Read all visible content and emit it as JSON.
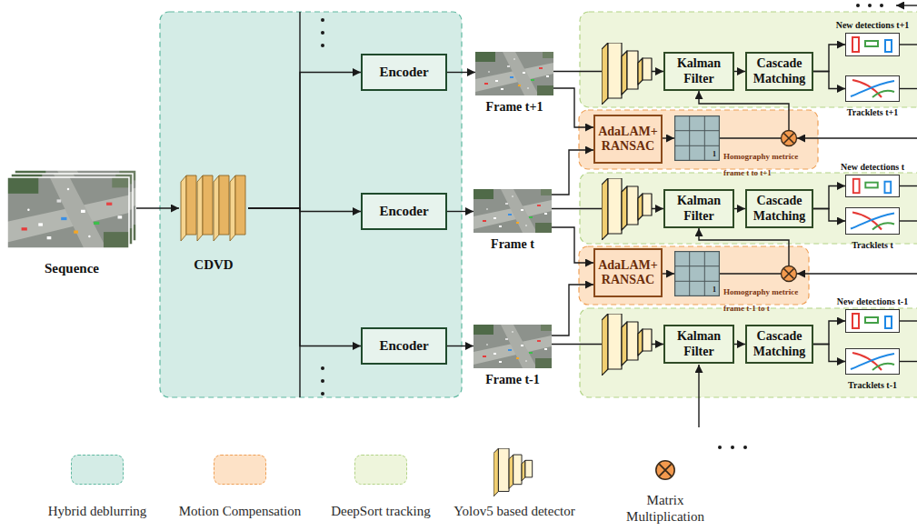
{
  "diagram": {
    "nodes": [
      {
        "text": [
          "Sequence"
        ]
      },
      {
        "text": [
          "CDVD"
        ]
      },
      {
        "text": [
          "Encoder"
        ]
      },
      {
        "text": [
          "Encoder"
        ]
      },
      {
        "text": [
          "Encoder"
        ]
      },
      {
        "text": [
          "Frame t+1"
        ]
      },
      {
        "text": [
          "Frame t"
        ]
      },
      {
        "text": [
          "Frame t-1"
        ]
      },
      {
        "text": [
          "Kalman Filter"
        ]
      },
      {
        "text": [
          "Cascade Matching"
        ]
      },
      {
        "text": [
          "New detections t+1"
        ]
      },
      {
        "text": [
          "Tracklets t+1"
        ]
      },
      {
        "text": [
          "AdaLAM+ RANSAC"
        ]
      },
      {
        "text": [
          "1",
          "Homography metrice frame t to t+1"
        ]
      },
      {
        "text": [
          "Kalman Filter"
        ]
      },
      {
        "text": [
          "Cascade Matching"
        ]
      },
      {
        "text": [
          "New detections t"
        ]
      },
      {
        "text": [
          "Tracklets t"
        ]
      },
      {
        "text": [
          "AdaLAM+ RANSAC"
        ]
      },
      {
        "text": [
          "1",
          "Homography metrice frame t-1 to t"
        ]
      },
      {
        "text": [
          "Kalman Filter"
        ]
      },
      {
        "text": [
          "Cascade Matching"
        ]
      },
      {
        "text": [
          "New detections t-1"
        ]
      },
      {
        "text": [
          "Tracklets t-1"
        ]
      }
    ],
    "edges": [
      {
        "from": 0,
        "to": 1,
        "arrow": "to"
      },
      {
        "from": 1,
        "to": 2,
        "arrow": "to"
      },
      {
        "from": 1,
        "to": 3,
        "arrow": "to"
      },
      {
        "from": 1,
        "to": 4,
        "arrow": "to"
      },
      {
        "from": 2,
        "to": 5,
        "arrow": "to"
      },
      {
        "from": 3,
        "to": 6,
        "arrow": "to"
      },
      {
        "from": 4,
        "to": 7,
        "arrow": "to"
      },
      {
        "from": 5,
        "to": 12,
        "arrow": "to"
      },
      {
        "from": 6,
        "to": 12,
        "arrow": "to"
      },
      {
        "from": 6,
        "to": 18,
        "arrow": "to"
      },
      {
        "from": 7,
        "to": 18,
        "arrow": "to"
      },
      {
        "from": 5,
        "to": 8,
        "arrow": "to"
      },
      {
        "from": 8,
        "to": 9,
        "arrow": "to"
      },
      {
        "from": 9,
        "to": 10,
        "arrow": "to"
      },
      {
        "from": 9,
        "to": 11,
        "arrow": "to"
      },
      {
        "from": 12,
        "to": 13,
        "arrow": "to"
      },
      {
        "from": 13,
        "to": 8,
        "arrow": "to"
      },
      {
        "from": 6,
        "to": 14,
        "arrow": "to"
      },
      {
        "from": 14,
        "to": 15,
        "arrow": "to"
      },
      {
        "from": 15,
        "to": 16,
        "arrow": "to"
      },
      {
        "from": 15,
        "to": 17,
        "arrow": "to"
      },
      {
        "from": 18,
        "to": 19,
        "arrow": "to"
      },
      {
        "from": 19,
        "to": 14,
        "arrow": "to"
      },
      {
        "from": 7,
        "to": 20,
        "arrow": "to"
      },
      {
        "from": 20,
        "to": 21,
        "arrow": "to"
      },
      {
        "from": 21,
        "to": 22,
        "arrow": "to"
      },
      {
        "from": 21,
        "to": 23,
        "arrow": "to"
      }
    ],
    "legend": [
      {
        "text": "Hybrid deblurring",
        "color": "#d4ece6"
      },
      {
        "text": "Motion Compensation",
        "color": "#fde2c7"
      },
      {
        "text": "DeepSort tracking",
        "color": "#eef5dc"
      },
      {
        "text": "Yolov5 based detector"
      },
      {
        "text": "Matrix Multiplication"
      }
    ]
  }
}
